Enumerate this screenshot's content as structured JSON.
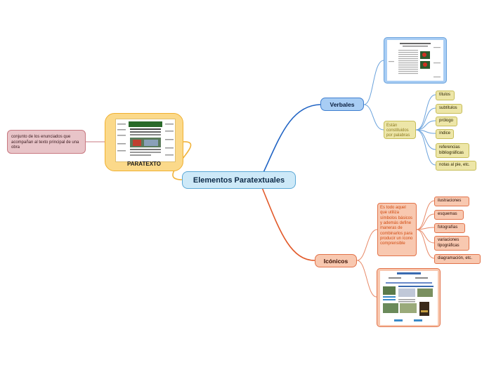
{
  "central": {
    "title": "Elementos Paratextuales"
  },
  "paratexto": {
    "label": "PARATEXTO"
  },
  "definition": {
    "text": "conjunto de los enunciados que acompañan al texto principal de una obra"
  },
  "verbales": {
    "label": "Verbales",
    "constituidos": "Están constituidos por palabras",
    "items": [
      "títulos",
      "subtítulos",
      "prólogo",
      "índice",
      "referencias bibliográficas",
      "notas al pie, etc."
    ]
  },
  "iconicos": {
    "label": "Icónicos",
    "description": "Es todo aquel que utiliza símbolos básicos y además define maneras de combinarlos para producir un ícono comprensible",
    "items": [
      "ilustraciones",
      "esquemas",
      "fotografías",
      "variaciones tipográficas",
      "diagramación, etc."
    ]
  },
  "colors": {
    "central_fill": "#cde9f8",
    "verbales_branch": "#1f63c4",
    "iconicos_branch": "#e25a2a",
    "paratexto_branch": "#f2b33a",
    "definition_fill": "#e8c4c8",
    "verbal_leaf_fill": "#ede6a8",
    "iconic_leaf_fill": "#f8c8b0"
  }
}
